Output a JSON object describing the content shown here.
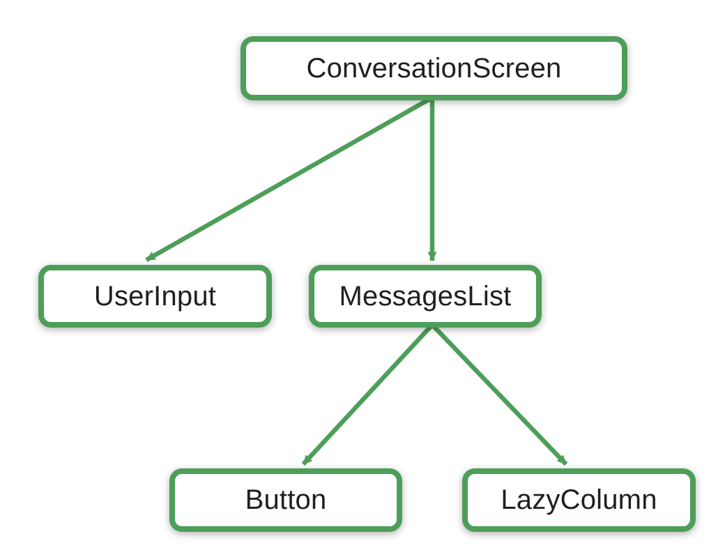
{
  "colors": {
    "accent": "#4d9e59",
    "node_fill": "#ffffff",
    "text": "#1f1f1f",
    "background": "#ffffff"
  },
  "diagram": {
    "type": "tree",
    "nodes": [
      {
        "id": "conversation-screen",
        "label": "ConversationScreen"
      },
      {
        "id": "user-input",
        "label": "UserInput"
      },
      {
        "id": "messages-list",
        "label": "MessagesList"
      },
      {
        "id": "button",
        "label": "Button"
      },
      {
        "id": "lazy-column",
        "label": "LazyColumn"
      }
    ],
    "edges": [
      {
        "from": "conversation-screen",
        "to": "user-input"
      },
      {
        "from": "conversation-screen",
        "to": "messages-list"
      },
      {
        "from": "messages-list",
        "to": "button"
      },
      {
        "from": "messages-list",
        "to": "lazy-column"
      }
    ]
  }
}
